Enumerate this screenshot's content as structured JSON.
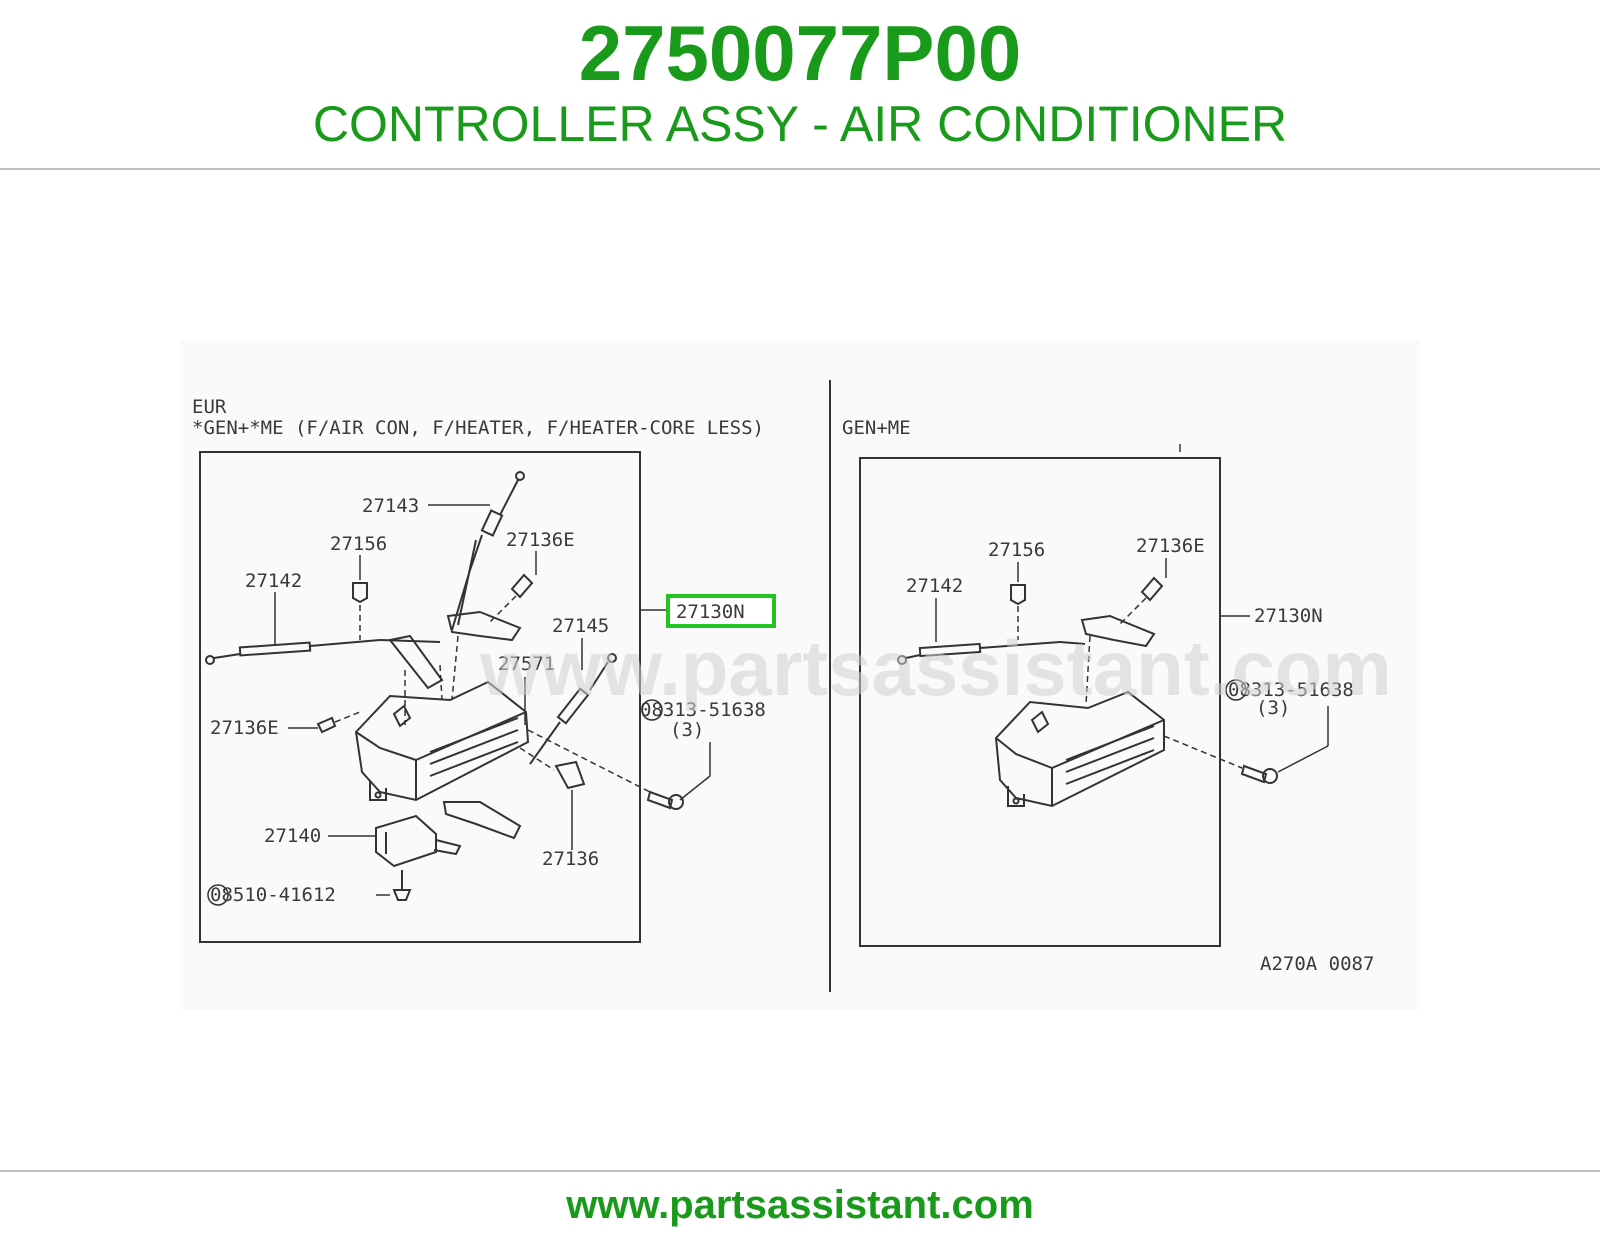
{
  "header": {
    "part_number": "2750077P00",
    "part_name": "CONTROLLER ASSY - AIR CONDITIONER"
  },
  "footer": {
    "url": "www.partsassistant.com"
  },
  "diagram": {
    "watermark": "www.partsassistant.com",
    "left_panel": {
      "region": "EUR",
      "variant": "*GEN+*ME (F/AIR CON, F/HEATER, F/HEATER-CORE LESS)",
      "labels": {
        "p27143": "27143",
        "p27156": "27156",
        "p27136E_top": "27136E",
        "p27142": "27142",
        "p27145": "27145",
        "p27571": "27571",
        "p27136E_left": "27136E",
        "p27140": "27140",
        "p27136": "27136",
        "screw_main": "08510-41612",
        "screw_side": "08313-51638",
        "screw_side_qty": "(3)",
        "assy": "27130N"
      }
    },
    "right_panel": {
      "variant": "GEN+ME",
      "labels": {
        "p27156": "27156",
        "p27136E": "27136E",
        "p27142": "27142",
        "assy": "27130N",
        "screw_side": "08313-51638",
        "screw_side_qty": "(3)"
      }
    },
    "code": "A270A 0087",
    "highlight_color": "#22c322"
  }
}
